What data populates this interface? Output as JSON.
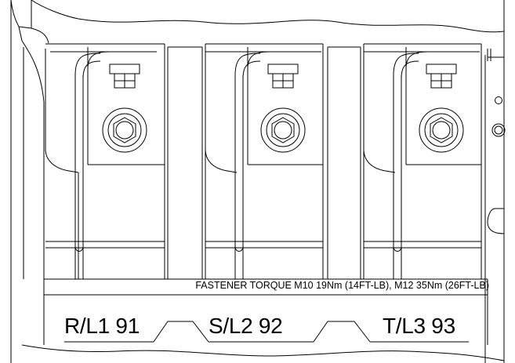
{
  "diagram": {
    "torque_note": "FASTENER TORQUE M10 19Nm (14FT-LB), M12 35Nm (26FT-LB)",
    "terminals": [
      {
        "label": "R/L1 91"
      },
      {
        "label": "S/L2 92"
      },
      {
        "label": "T/L3 93"
      }
    ],
    "line_color": "#000000",
    "background_color": "#ffffff"
  }
}
